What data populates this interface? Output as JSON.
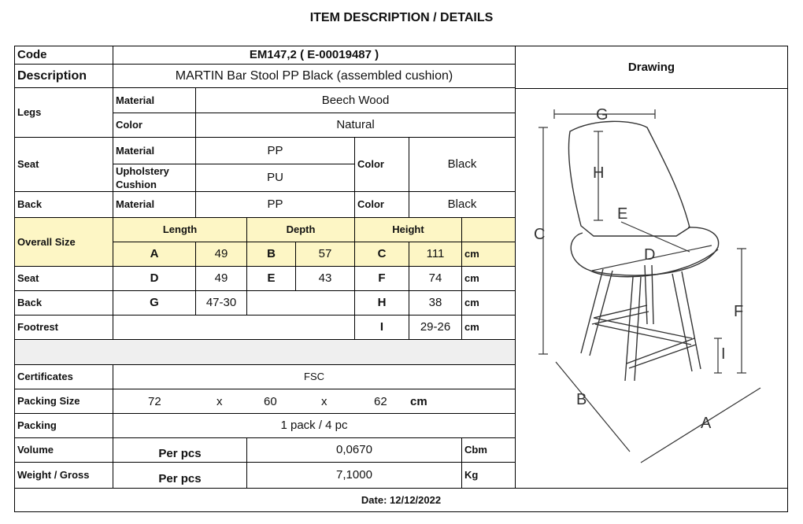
{
  "page_title": "ITEM DESCRIPTION / DETAILS",
  "code": {
    "label": "Code",
    "value": "EM147,2  ( E-00019487 )"
  },
  "description": {
    "label": "Description",
    "value": "MARTIN Bar Stool PP Black (assembled cushion)"
  },
  "drawing_label": "Drawing",
  "legs": {
    "label": "Legs",
    "material_label": "Material",
    "material_value": "Beech Wood",
    "color_label": "Color",
    "color_value": "Natural"
  },
  "seat": {
    "label": "Seat",
    "material_label": "Material",
    "material_value": "PP",
    "upholstery_label_1": "Upholstery",
    "upholstery_label_2": "Cushion",
    "upholstery_value": "PU",
    "color_label": "Color",
    "color_value": "Black"
  },
  "back": {
    "label": "Back",
    "material_label": "Material",
    "material_value": "PP",
    "color_label": "Color",
    "color_value": "Black"
  },
  "overall_size": {
    "label": "Overall Size",
    "length_header": "Length",
    "depth_header": "Depth",
    "height_header": "Height",
    "a": "A",
    "a_val": "49",
    "b": "B",
    "b_val": "57",
    "c": "C",
    "c_val": "111",
    "unit": "cm"
  },
  "seat_size": {
    "label": "Seat",
    "d": "D",
    "d_val": "49",
    "e": "E",
    "e_val": "43",
    "f": "F",
    "f_val": "74",
    "unit": "cm"
  },
  "back_size": {
    "label": "Back",
    "g": "G",
    "g_val": "47-30",
    "h": "H",
    "h_val": "38",
    "unit": "cm"
  },
  "footrest": {
    "label": "Footrest",
    "i": "I",
    "i_val": "29-26",
    "unit": "cm"
  },
  "certificates": {
    "label": "Certificates",
    "value": "FSC"
  },
  "packing_size": {
    "label": "Packing Size",
    "v1": "72",
    "x1": "x",
    "v2": "60",
    "x2": "x",
    "v3": "62",
    "unit": "cm"
  },
  "packing": {
    "label": "Packing",
    "value": "1 pack  /  4 pc"
  },
  "volume": {
    "label": "Volume",
    "per": "Per pcs",
    "value": "0,0670",
    "unit": "Cbm"
  },
  "weight": {
    "label": "Weight / Gross",
    "per": "Per pcs",
    "value": "7,1000",
    "unit": "Kg"
  },
  "date": "Date: 12/12/2022",
  "drawing_letters": {
    "a": "A",
    "b": "B",
    "c": "C",
    "d": "D",
    "e": "E",
    "f": "F",
    "g": "G",
    "h": "H",
    "i": "I"
  }
}
